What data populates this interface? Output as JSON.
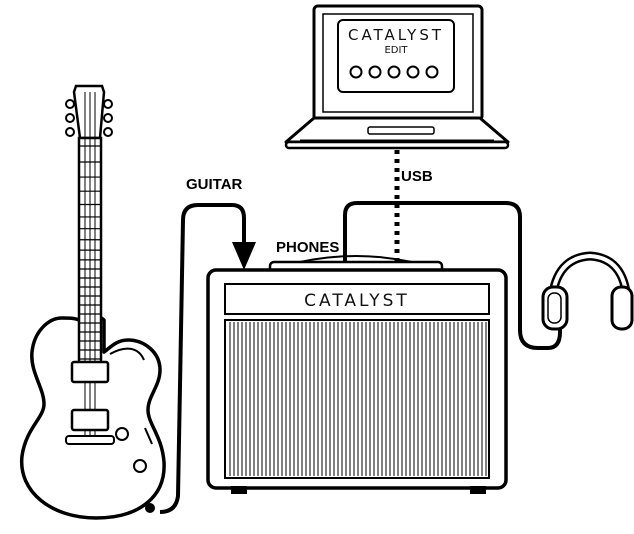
{
  "diagram": {
    "labels": {
      "guitar": "GUITAR",
      "phones": "PHONES",
      "usb": "USB"
    },
    "amp": {
      "brand": "CATALYST"
    },
    "laptop": {
      "app_title": "CATALYST",
      "app_subtitle": "EDIT",
      "knob_count": 5
    },
    "icons": [
      "electric-guitar-icon",
      "amplifier-icon",
      "laptop-icon",
      "headphones-icon"
    ],
    "colors": {
      "line": "#000000",
      "background": "#ffffff"
    }
  }
}
